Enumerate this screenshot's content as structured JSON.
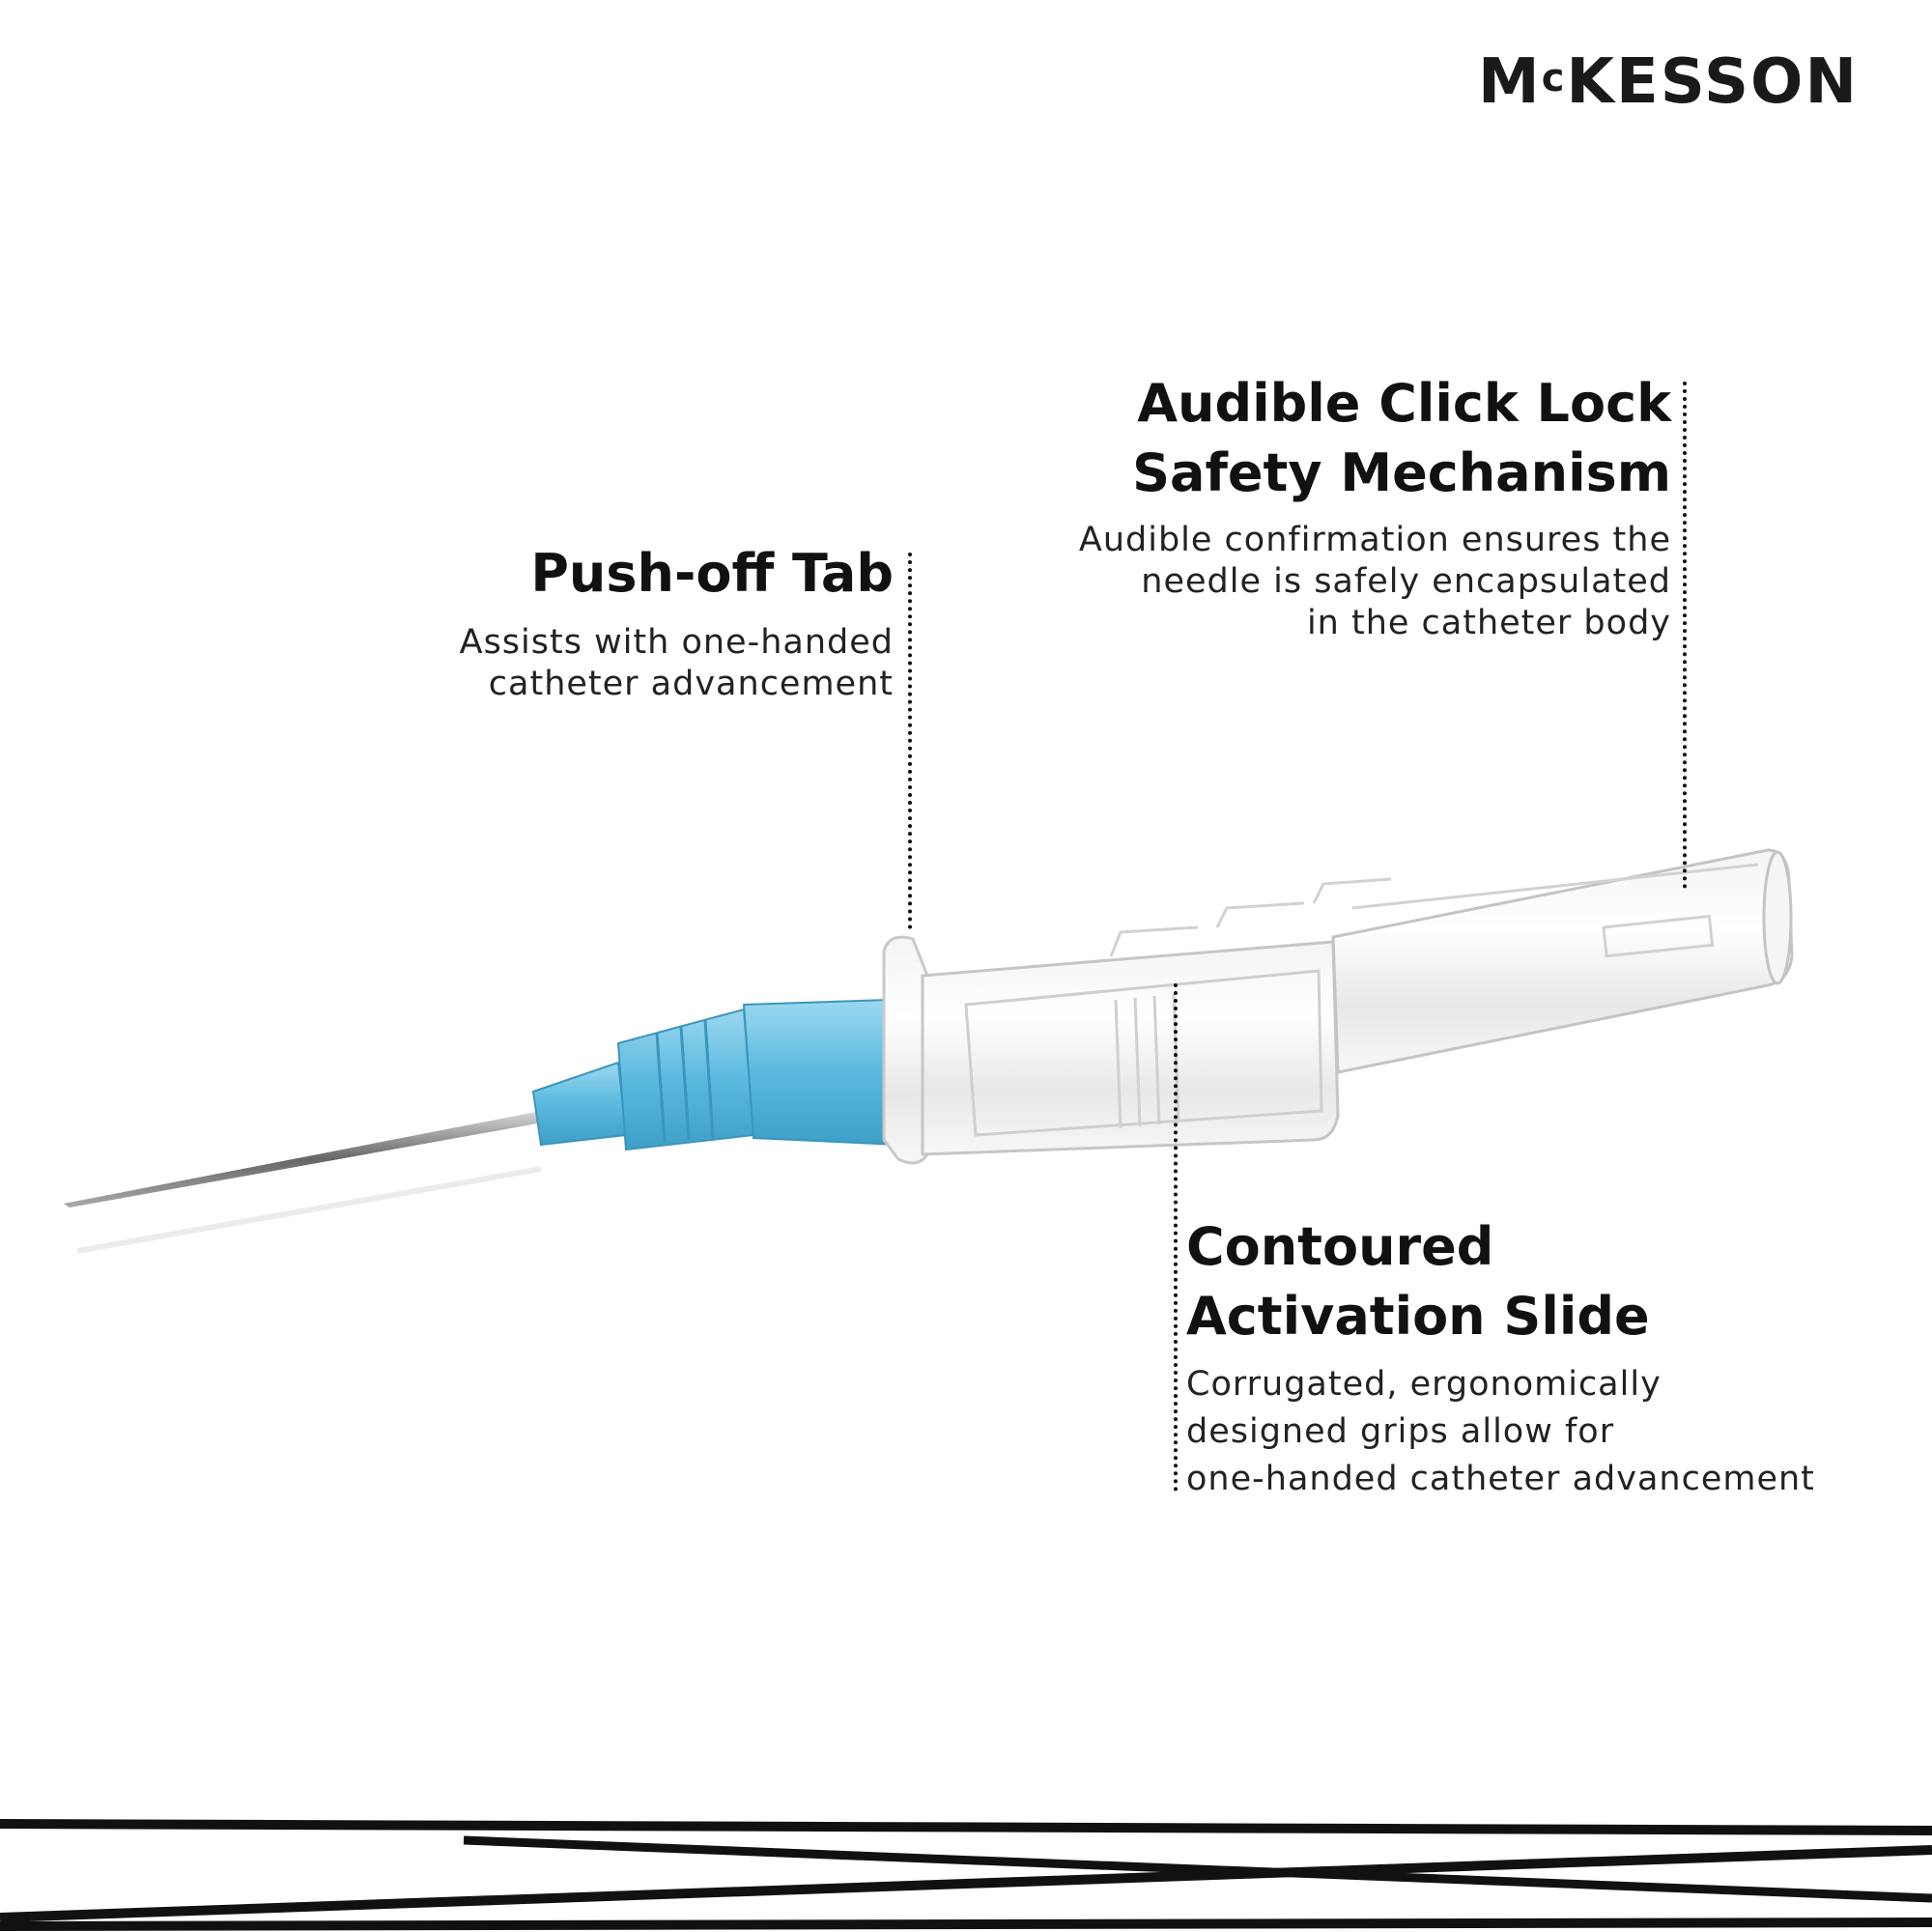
{
  "brand": {
    "logo_text": "McKESSON",
    "logo_main_1": "M",
    "logo_sup": "c",
    "logo_main_2": "KESSON"
  },
  "callouts": {
    "push_off_tab": {
      "title": "Push-off Tab",
      "body_1": "Assists with one-handed",
      "body_2": "catheter advancement"
    },
    "click_lock": {
      "title_1": "Audible Click Lock",
      "title_2": "Safety Mechanism",
      "body_1": "Audible confirmation ensures the",
      "body_2": "needle is safely encapsulated",
      "body_3": "in the catheter body"
    },
    "activation_slide": {
      "title_1": "Contoured",
      "title_2": "Activation Slide",
      "body_1": "Corrugated, ergonomically",
      "body_2": "designed grips allow for",
      "body_3": "one-handed catheter advancement"
    }
  },
  "colors": {
    "hub_blue": "#6fc3e3",
    "hub_blue_dark": "#3fa3cc",
    "text": "#111111",
    "background": "#ffffff"
  },
  "icons": {
    "product": "iv-catheter-illustration"
  }
}
